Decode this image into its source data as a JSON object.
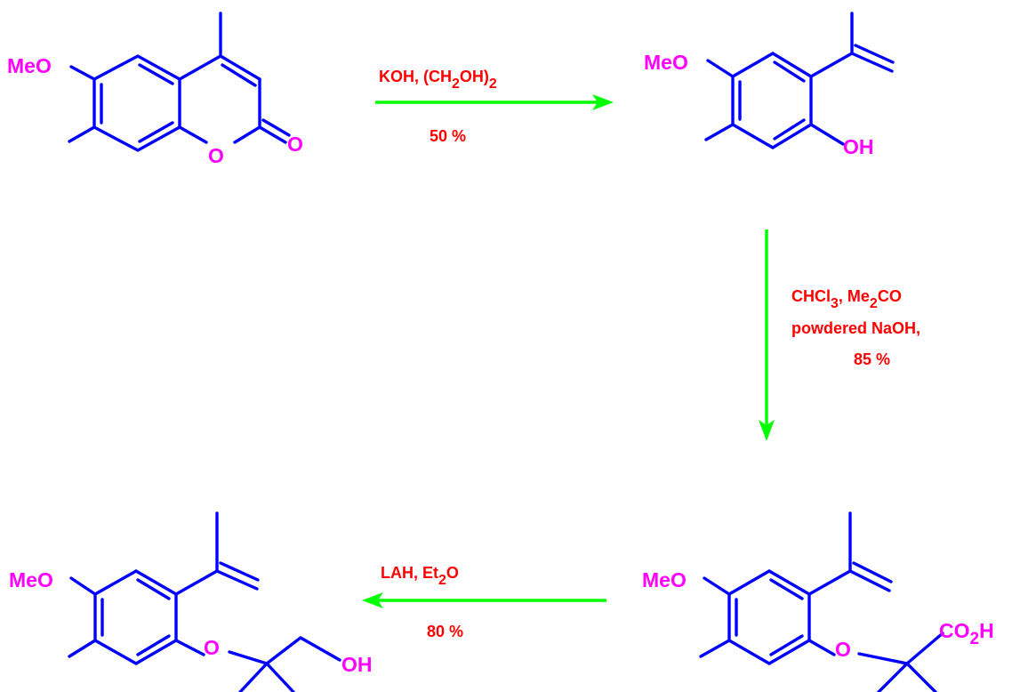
{
  "colors": {
    "bond": "#0000ff",
    "atom_label": "#ff00ff",
    "condition": "#ff0000",
    "arrow": "#00ff00"
  },
  "labels": {
    "meo": "MeO",
    "o": "O",
    "oh": "OH",
    "co2h_main": "CO",
    "co2h_sub": "2",
    "co2h_tail": "H"
  },
  "steps": [
    {
      "line1": {
        "pre": "KOH, (CH",
        "sub1": "2",
        "mid": "OH)",
        "sub2": "2"
      },
      "yield": "50 %"
    },
    {
      "line1": {
        "pre": "CHCl",
        "sub1": "3",
        "mid": ", Me",
        "sub2": "2",
        "post": "CO"
      },
      "line2": "powdered NaOH,",
      "yield": "85 %"
    },
    {
      "line1": {
        "pre": "LAH, Et",
        "sub1": "2",
        "post": "O"
      },
      "yield": "80 %"
    }
  ]
}
